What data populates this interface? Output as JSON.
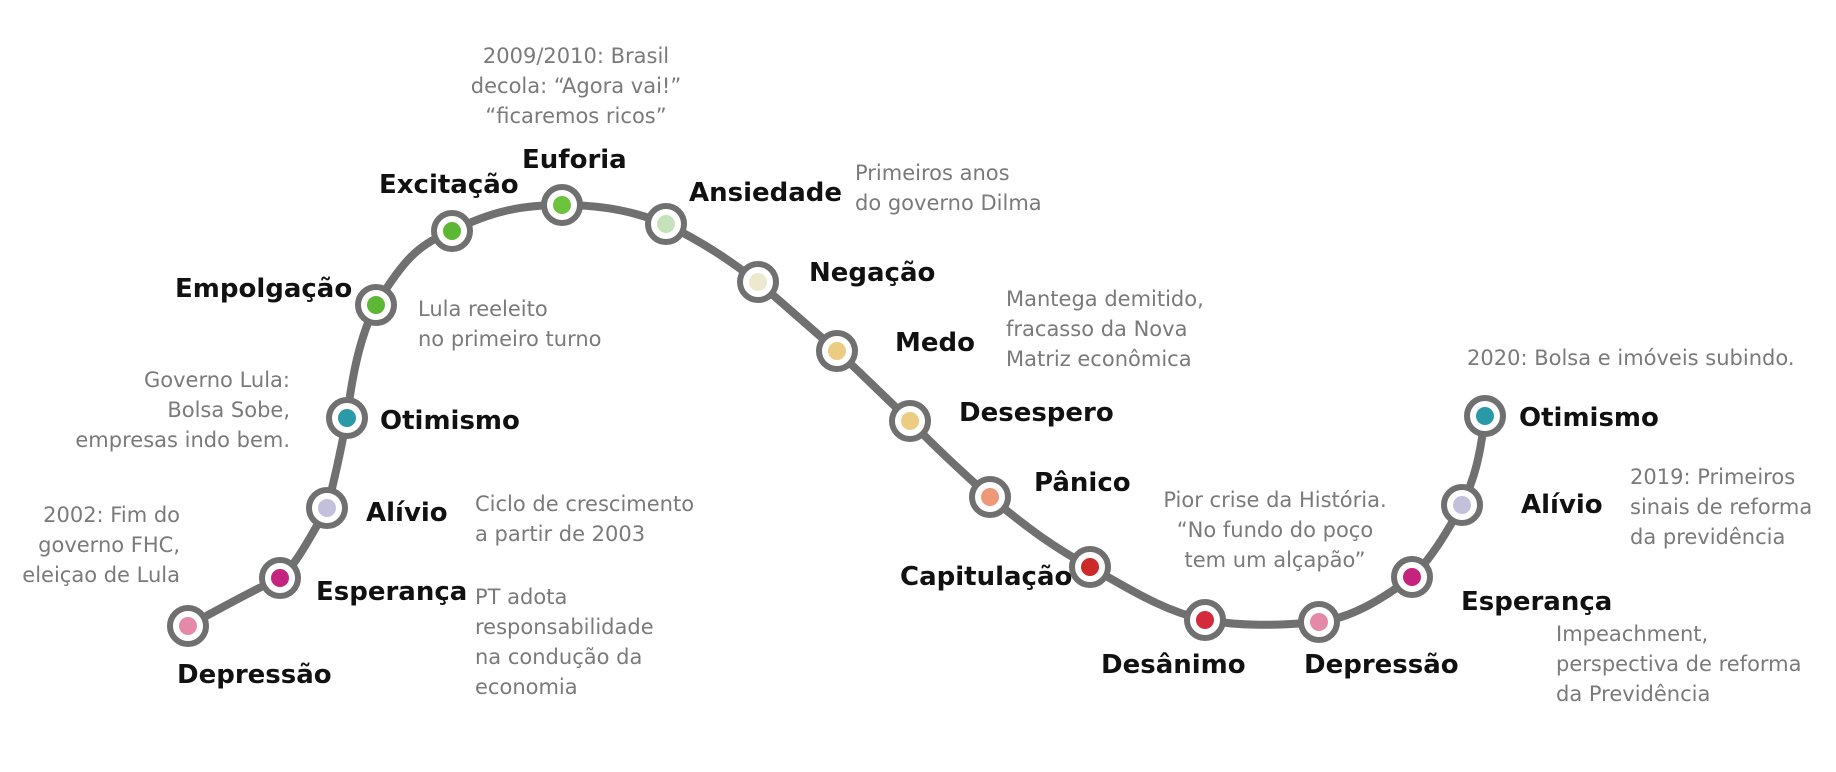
{
  "diagram": {
    "stages": [
      {
        "label": "Depressão",
        "color": "#e48aa8"
      },
      {
        "label": "Esperança",
        "color": "#c4247e"
      },
      {
        "label": "Alívio",
        "color": "#c3c0dc"
      },
      {
        "label": "Otimismo",
        "color": "#2a9aa8"
      },
      {
        "label": "Empolgação",
        "color": "#5cb834"
      },
      {
        "label": "Excitação",
        "color": "#5cb834"
      },
      {
        "label": "Euforia",
        "color": "#6cc43c"
      },
      {
        "label": "Ansiedade",
        "color": "#c6e2ba"
      },
      {
        "label": "Negação",
        "color": "#ece9cf"
      },
      {
        "label": "Medo",
        "color": "#eccc82"
      },
      {
        "label": "Desespero",
        "color": "#eccc82"
      },
      {
        "label": "Pânico",
        "color": "#ee9878"
      },
      {
        "label": "Capitulação",
        "color": "#cc2a2a"
      },
      {
        "label": "Desânimo",
        "color": "#d42a3c"
      },
      {
        "label": "Depressão",
        "color": "#e48aa8"
      },
      {
        "label": "Esperança",
        "color": "#c4247e"
      },
      {
        "label": "Alívio",
        "color": "#c3c0dc"
      },
      {
        "label": "Otimismo",
        "color": "#2a9aa8"
      }
    ],
    "annotations": [
      {
        "lines": [
          "2002: Fim do",
          "governo FHC,",
          "eleiçao de Lula"
        ]
      },
      {
        "lines": [
          "Governo Lula:",
          "Bolsa Sobe,",
          "empresas indo bem."
        ]
      },
      {
        "lines": [
          "Lula reeleito",
          "no primeiro turno"
        ]
      },
      {
        "lines": [
          "2009/2010: Brasil",
          "decola: “Agora vai!”",
          "“ficaremos ricos”"
        ]
      },
      {
        "lines": [
          "Primeiros anos",
          "do governo Dilma"
        ]
      },
      {
        "lines": [
          "Mantega demitido,",
          "fracasso da Nova",
          "Matriz econômica"
        ]
      },
      {
        "lines": [
          "Ciclo de crescimento",
          "a partir de 2003"
        ]
      },
      {
        "lines": [
          "PT adota",
          "responsabilidade",
          "na condução da",
          "economia"
        ]
      },
      {
        "lines": [
          "Pior crise da História.",
          "“No fundo do poço",
          "tem um alçapão”"
        ]
      },
      {
        "lines": [
          "2020: Bolsa e imóveis subindo."
        ]
      },
      {
        "lines": [
          "2019: Primeiros",
          "sinais de reforma",
          "da previdência"
        ]
      },
      {
        "lines": [
          "Impeachment,",
          "perspectiva de reforma",
          "da Previdência"
        ]
      }
    ],
    "curve_color": "#707070",
    "text_color": "#111111",
    "annotation_color": "#7a7a7a"
  }
}
